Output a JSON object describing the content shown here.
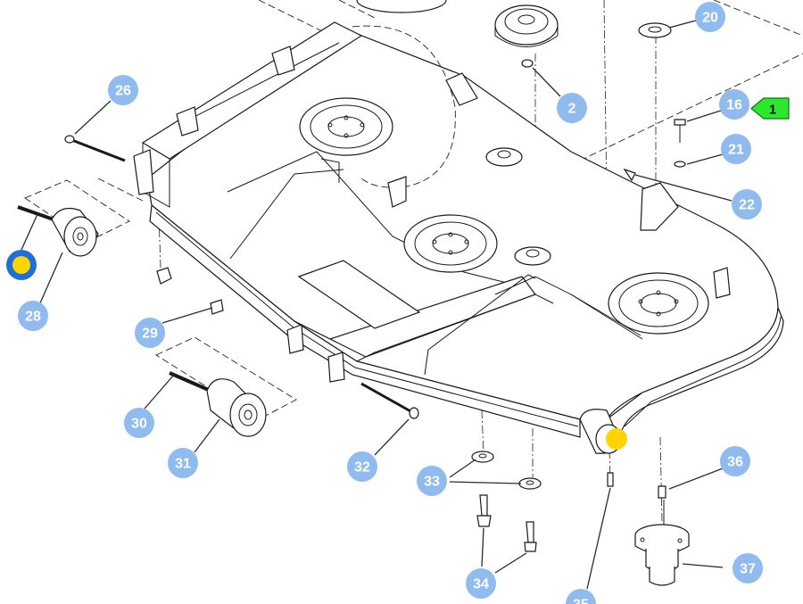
{
  "colors": {
    "callout_fill": "#8fbbef",
    "callout_text": "#ffffff",
    "flag_fill": "#2ee82e",
    "hotspot_fill": "#ffd400",
    "hotspot_ring": "#1f6fd6"
  },
  "callouts": [
    {
      "label": "20"
    },
    {
      "label": "2"
    },
    {
      "label": "26"
    },
    {
      "label": "16"
    },
    {
      "label": "21"
    },
    {
      "label": "22"
    },
    {
      "label": "28"
    },
    {
      "label": "29"
    },
    {
      "label": "30"
    },
    {
      "label": "31"
    },
    {
      "label": "32"
    },
    {
      "label": "33"
    },
    {
      "label": "36"
    },
    {
      "label": "34"
    },
    {
      "label": "37"
    },
    {
      "label": "35"
    }
  ],
  "flag": {
    "label": "1"
  }
}
